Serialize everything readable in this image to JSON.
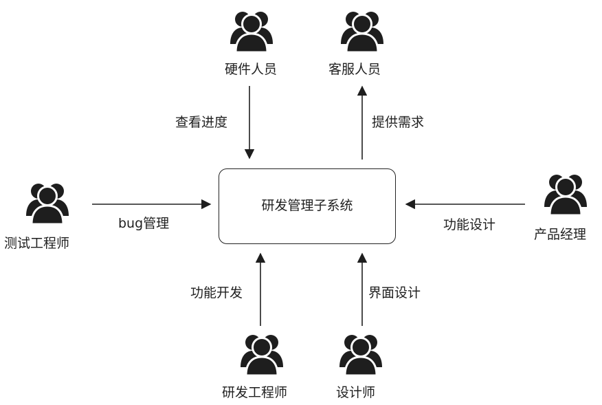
{
  "system": {
    "label": "研发管理子系统"
  },
  "actors": {
    "hardware": "硬件人员",
    "service": "客服人员",
    "tester": "测试工程师",
    "product_manager": "产品经理",
    "developer": "研发工程师",
    "designer": "设计师"
  },
  "edges": {
    "hardware_to_system": "查看进度",
    "system_to_service": "提供需求",
    "tester_to_system": "bug管理",
    "pm_to_system": "功能设计",
    "developer_to_system": "功能开发",
    "designer_to_system": "界面设计"
  },
  "icons": {
    "actor_icon": "user-group-icon",
    "color": "#1e1e1e"
  }
}
